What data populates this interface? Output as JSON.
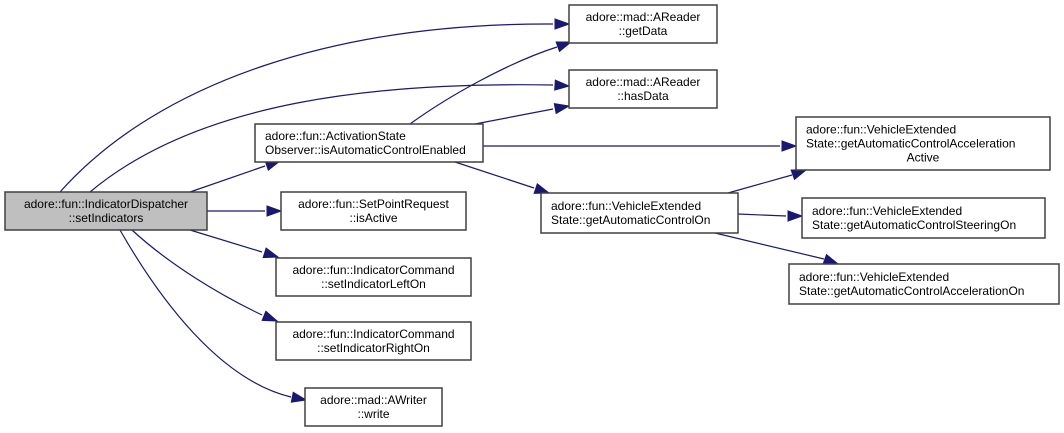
{
  "diagram": {
    "type": "call-graph",
    "edge_color": "#191970",
    "root_fill": "#bfbfbf",
    "node_fill": "#ffffff",
    "nodes": [
      {
        "id": "root",
        "lines": [
          "adore::fun::IndicatorDispatcher",
          "::setIndicators"
        ],
        "align": "center",
        "highlighted": true
      },
      {
        "id": "isAutoEnabled",
        "lines": [
          "adore::fun::ActivationState",
          "Observer::isAutomaticControlEnabled"
        ],
        "align": "left",
        "highlighted": false
      },
      {
        "id": "isActive",
        "lines": [
          "adore::fun::SetPointRequest",
          "::isActive"
        ],
        "align": "center",
        "highlighted": false
      },
      {
        "id": "leftOn",
        "lines": [
          "adore::fun::IndicatorCommand",
          "::setIndicatorLeftOn"
        ],
        "align": "center",
        "highlighted": false
      },
      {
        "id": "rightOn",
        "lines": [
          "adore::fun::IndicatorCommand",
          "::setIndicatorRightOn"
        ],
        "align": "center",
        "highlighted": false
      },
      {
        "id": "write",
        "lines": [
          "adore::mad::AWriter",
          "::write"
        ],
        "align": "center",
        "highlighted": false
      },
      {
        "id": "getData",
        "lines": [
          "adore::mad::AReader",
          "::getData"
        ],
        "align": "center",
        "highlighted": false
      },
      {
        "id": "hasData",
        "lines": [
          "adore::mad::AReader",
          "::hasData"
        ],
        "align": "center",
        "highlighted": false
      },
      {
        "id": "getAutoOn",
        "lines": [
          "adore::fun::VehicleExtended",
          "State::getAutomaticControlOn"
        ],
        "align": "left",
        "highlighted": false
      },
      {
        "id": "accelActive",
        "lines": [
          "adore::fun::VehicleExtended",
          "State::getAutomaticControlAcceleration",
          "Active"
        ],
        "align": "mixed",
        "highlighted": false
      },
      {
        "id": "steeringOn",
        "lines": [
          "adore::fun::VehicleExtended",
          "State::getAutomaticControlSteeringOn"
        ],
        "align": "left",
        "highlighted": false
      },
      {
        "id": "accelOn",
        "lines": [
          "adore::fun::VehicleExtended",
          "State::getAutomaticControlAccelerationOn"
        ],
        "align": "left",
        "highlighted": false
      }
    ],
    "edges": [
      {
        "from": "root",
        "to": "getData"
      },
      {
        "from": "root",
        "to": "hasData"
      },
      {
        "from": "root",
        "to": "isAutoEnabled"
      },
      {
        "from": "root",
        "to": "isActive"
      },
      {
        "from": "root",
        "to": "leftOn"
      },
      {
        "from": "root",
        "to": "rightOn"
      },
      {
        "from": "root",
        "to": "write"
      },
      {
        "from": "isAutoEnabled",
        "to": "getData"
      },
      {
        "from": "isAutoEnabled",
        "to": "hasData"
      },
      {
        "from": "isAutoEnabled",
        "to": "accelActive"
      },
      {
        "from": "isAutoEnabled",
        "to": "getAutoOn"
      },
      {
        "from": "getAutoOn",
        "to": "accelActive"
      },
      {
        "from": "getAutoOn",
        "to": "steeringOn"
      },
      {
        "from": "getAutoOn",
        "to": "accelOn"
      }
    ]
  }
}
